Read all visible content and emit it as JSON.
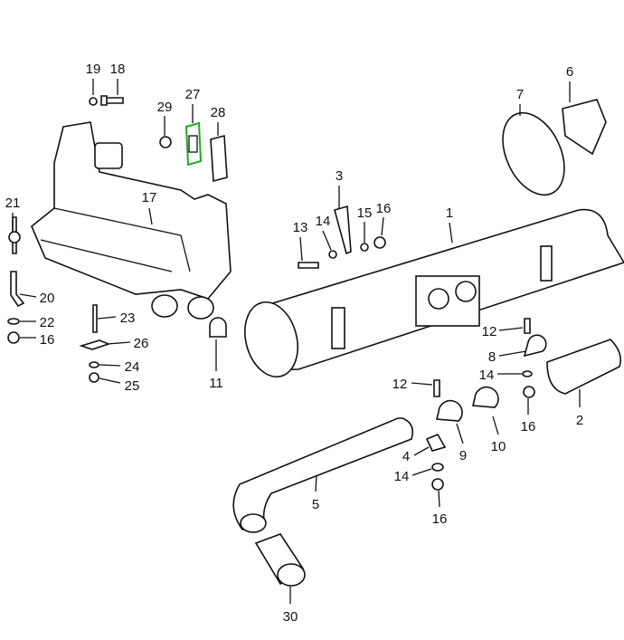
{
  "diagram": {
    "highlighted_part": "27",
    "highlight_color": "#1faa1f",
    "callouts": [
      "19",
      "18",
      "29",
      "27",
      "28",
      "7",
      "6",
      "3",
      "14",
      "15",
      "16",
      "1",
      "13",
      "21",
      "17",
      "20",
      "22",
      "16",
      "23",
      "26",
      "24",
      "25",
      "11",
      "12",
      "8",
      "14",
      "2",
      "16",
      "12",
      "10",
      "9",
      "4",
      "14",
      "16",
      "5",
      "30"
    ]
  }
}
